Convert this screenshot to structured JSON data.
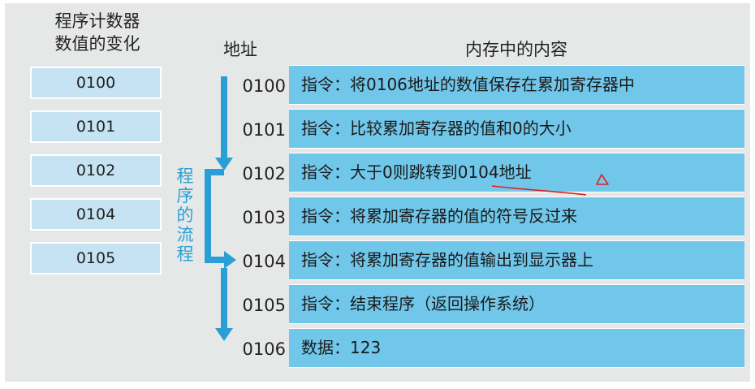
{
  "headers": {
    "pc_title_line1": "程序计数器",
    "pc_title_line2": "数值的变化",
    "address_title": "地址",
    "memory_title": "内存中的内容"
  },
  "pc_values": [
    "0100",
    "0101",
    "0102",
    "0104",
    "0105"
  ],
  "flow_label_chars": [
    "程",
    "序",
    "的",
    "流",
    "程"
  ],
  "memory_rows": [
    {
      "address": "0100",
      "content": "指令：将0106地址的数值保存在累加寄存器中"
    },
    {
      "address": "0101",
      "content": "指令：比较累加寄存器的值和0的大小"
    },
    {
      "address": "0102",
      "content": "指令：大于0则跳转到0104地址"
    },
    {
      "address": "0103",
      "content": "指令：将累加寄存器的值的符号反过来"
    },
    {
      "address": "0104",
      "content": "指令：将累加寄存器的值输出到显示器上"
    },
    {
      "address": "0105",
      "content": "指令：结束程序（返回操作系统）"
    },
    {
      "address": "0106",
      "content": "数据：123"
    }
  ],
  "colors": {
    "memory_cell": "#70c7ea",
    "pc_cell": "#c5e3f3",
    "flow_arrow": "#2a9fd6",
    "annotation": "#e02020",
    "background": "#e6e8e7"
  }
}
